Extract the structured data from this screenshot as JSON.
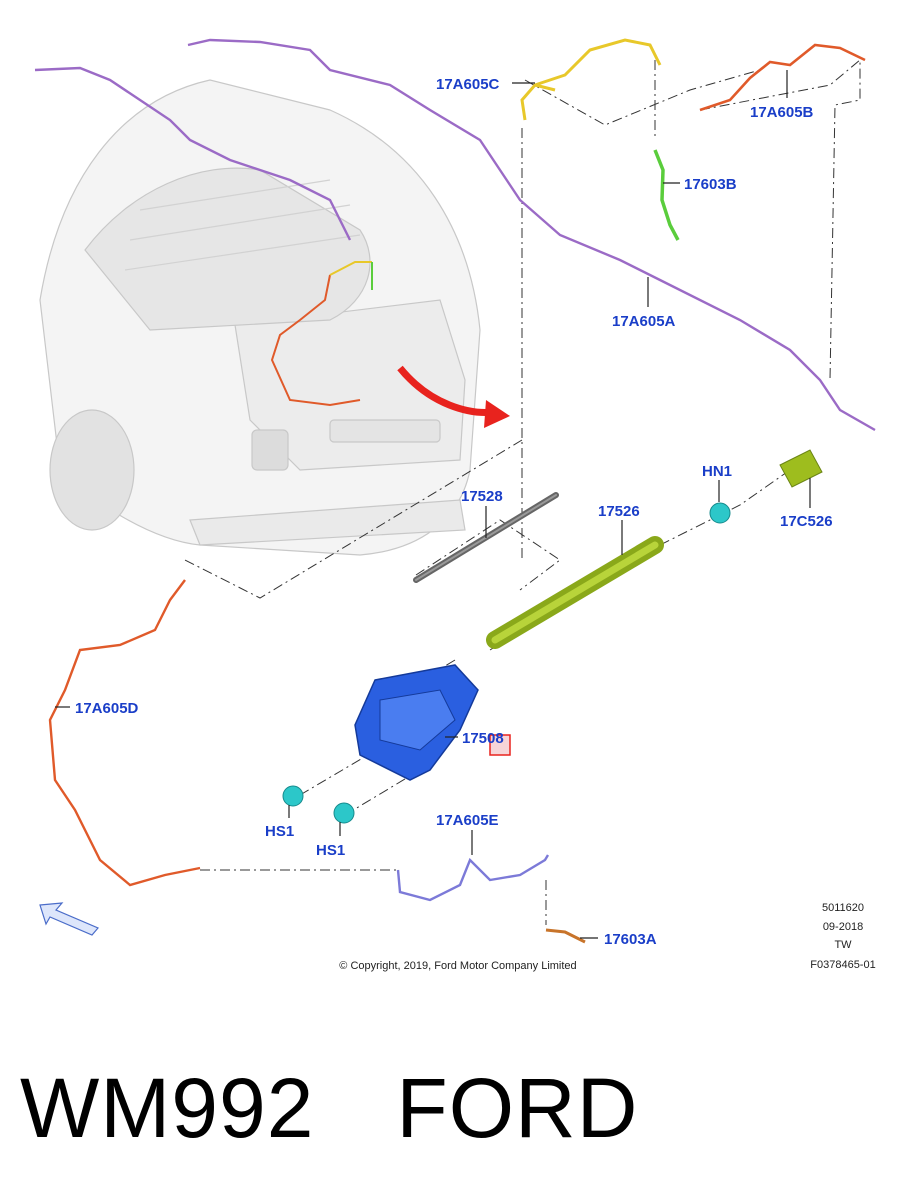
{
  "diagram": {
    "part_labels": {
      "p17A605C": "17A605C",
      "p17A605B": "17A605B",
      "p17603B": "17603B",
      "p17A605A": "17A605A",
      "p17528": "17528",
      "p17526": "17526",
      "pHN1": "HN1",
      "p17C526": "17C526",
      "p17A605D": "17A605D",
      "p17508": "17508",
      "pHS1a": "HS1",
      "pHS1b": "HS1",
      "p17A605E": "17A605E",
      "p17603A": "17603A"
    },
    "meta": {
      "code": "5011620",
      "date": "09-2018",
      "region": "TW",
      "figure": "F0378465-01"
    },
    "copyright": "© Copyright, 2019, Ford Motor Company Limited",
    "colors": {
      "label": "#1a3ec8",
      "arrow": "#e8231e",
      "harness_purple": "#9b6bc6",
      "harness_orange": "#e05a2a",
      "harness_yellow": "#e8c82a",
      "hose_green": "#5acd3c",
      "arm_green": "#9ebd1e",
      "motor_blue": "#2a5fe0",
      "nut_cyan": "#2cc7c9"
    }
  },
  "caption": {
    "model": "WM992",
    "brand": "FORD"
  }
}
